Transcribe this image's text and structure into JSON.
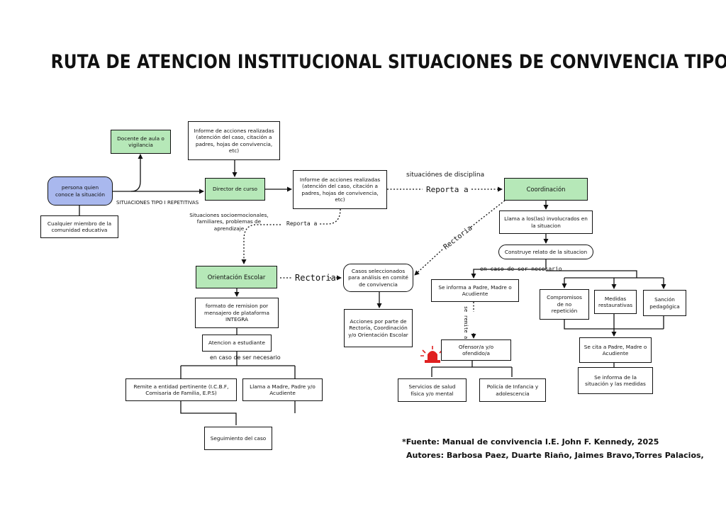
{
  "title": "RUTA DE ATENCION INSTITUCIONAL SITUACIONES DE CONVIVENCIA TIPO II",
  "nodes": {
    "docente": "Docente de aula o vigilancia",
    "informe1": "Informe de acciones realizadas (atención del caso, citación a padres, hojas de convivencia, etc)",
    "persona": "persona quien conoce la situación",
    "director": "Director de curso",
    "informe2": "Informe de acciones realizadas (atención del caso, citación a padres, hojas de convivencia, etc)",
    "coordinacion": "Coordinación",
    "cualquier": "Cualquier miembro de la comunidad educativa",
    "llama": "Llama a los(las) involucrados en la situacion",
    "construye": "Construye relato de la situacion",
    "orientacion": "Orientación Escolar",
    "casos": "Casos seleccionados para análisis en comité de convivencia",
    "informa_padre": "Se informa a Padre, Madre o Acudiente",
    "compromisos": "Compromisos de no repetición",
    "medidas": "Medidas restaurativas",
    "sancion": "Sanción pedagógica",
    "formato": "formato de remision por mensajero de plataforma INTEGRA",
    "acciones": "Acciones por parte de Rectoría, Coordinación y/o Orientación Escolar",
    "atencion": "Atencion a estudiante",
    "ofensor": "Ofensor/a y/o ofendido/a",
    "cita": "Se cita a Padre, Madre o Acudiente",
    "informa_medidas": "Se informa de la situación y las medidas",
    "remite_entidad": "Remite a entidad pertinente (I.C.B.F, Comisaria de Familia, E.P.S)",
    "llama_madre": "Llama a Madre, Padre y/o Acudiente",
    "servicios": "Servicios de salud física y/o mental",
    "policia": "Policía de Infancia y adolescencia",
    "seguimiento": "Seguimiento del caso"
  },
  "labels": {
    "tipo1": "SITUACIONES TIPO I REPETITIVAS",
    "socio": "Situaciones socioemocionales, familiares, problemas de aprendizaje",
    "disciplina": "situaciónes de disciplina",
    "reporta_a_1": "Reporta a",
    "reporta_a_2": "Reporta a",
    "rectoria_1": "Rectoria",
    "rectoria_2": "Rectoria",
    "caso_necesario_1": "en caso de ser necesario",
    "caso_necesario_2": "en caso de ser necesario",
    "se_remite_a": "se remite a"
  },
  "source": {
    "fuente": "*Fuente: Manual de convivencia I.E. John F. Kennedy, 2025",
    "autores": "Autores: Barbosa Paez, Duarte Riaño, Jaimes Bravo,Torres Palacios,"
  },
  "colors": {
    "green": "#b6e8b8",
    "blue": "#a9b8ee",
    "alarm": "#e02020"
  },
  "icons": [
    "alarm-siren-icon"
  ]
}
